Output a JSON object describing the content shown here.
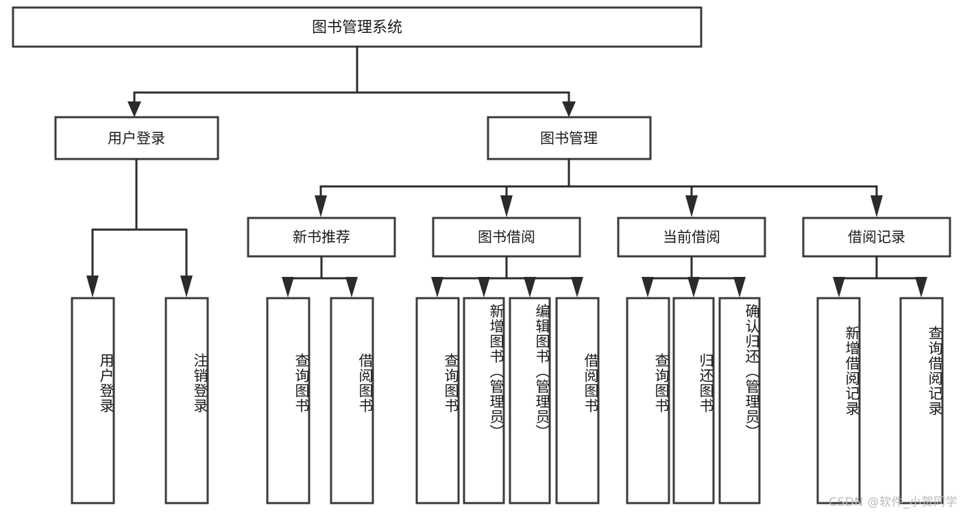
{
  "diagram": {
    "type": "tree",
    "title": "图书管理系统",
    "watermark": "CSDN @软件_小贺同学",
    "colors": {
      "background": "#ffffff",
      "box_stroke": "#3a3a3a",
      "connector": "#2b2b2b",
      "text": "#1a1a1a",
      "watermark": "#b9b9b9"
    },
    "root": {
      "label": "图书管理系统",
      "id": "root-system"
    },
    "level2": [
      {
        "id": "user-login",
        "label": "用户登录"
      },
      {
        "id": "book-management",
        "label": "图书管理"
      }
    ],
    "level3": [
      {
        "id": "new-book-recommend",
        "label": "新书推荐",
        "parent": "book-management"
      },
      {
        "id": "book-borrow",
        "label": "图书借阅",
        "parent": "book-management"
      },
      {
        "id": "current-borrow",
        "label": "当前借阅",
        "parent": "book-management"
      },
      {
        "id": "borrow-record",
        "label": "借阅记录",
        "parent": "book-management"
      }
    ],
    "leaves": [
      {
        "id": "leaf-user-login",
        "label": "用户登录",
        "parent": "user-login"
      },
      {
        "id": "leaf-logout-login",
        "label": "注销登录",
        "parent": "user-login"
      },
      {
        "id": "leaf-query-book-1",
        "label": "查询图书",
        "parent": "new-book-recommend"
      },
      {
        "id": "leaf-borrow-book-1",
        "label": "借阅图书",
        "parent": "new-book-recommend"
      },
      {
        "id": "leaf-query-book-2",
        "label": "查询图书",
        "parent": "book-borrow"
      },
      {
        "id": "leaf-add-book",
        "label": "新增图书（管理员）",
        "parent": "book-borrow"
      },
      {
        "id": "leaf-edit-book",
        "label": "编辑图书（管理员）",
        "parent": "book-borrow"
      },
      {
        "id": "leaf-borrow-book-2",
        "label": "借阅图书",
        "parent": "book-borrow"
      },
      {
        "id": "leaf-query-book-3",
        "label": "查询图书",
        "parent": "current-borrow"
      },
      {
        "id": "leaf-return-book",
        "label": "归还图书",
        "parent": "current-borrow"
      },
      {
        "id": "leaf-confirm-return",
        "label": "确认归还（管理员）",
        "parent": "current-borrow"
      },
      {
        "id": "leaf-add-record",
        "label": "新增借阅记录",
        "parent": "borrow-record"
      },
      {
        "id": "leaf-query-record",
        "label": "查询借阅记录",
        "parent": "borrow-record"
      }
    ]
  }
}
